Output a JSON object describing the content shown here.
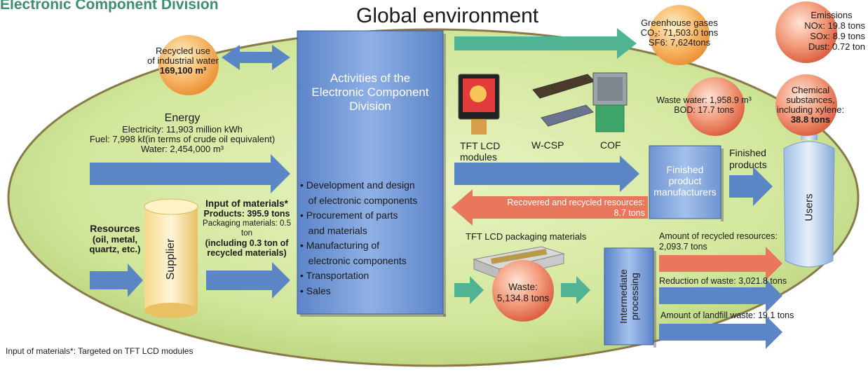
{
  "header": {
    "division_title": "Electronic Component Division",
    "global_title": "Global environment"
  },
  "water_recycle": {
    "line1": "Recycled use",
    "line2": "of industrial water",
    "value": "169,100 m³"
  },
  "energy": {
    "title": "Energy",
    "electricity": "Electricity: 11,903 million kWh",
    "fuel": "Fuel: 7,998 kℓ(in terms of crude oil equivalent)",
    "water": "Water: 2,454,000 m³"
  },
  "activities": {
    "title_line1": "Activities of the",
    "title_line2": "Electronic Component",
    "title_line3": "Division",
    "items": [
      "• Development and design",
      "   of electronic components",
      "• Procurement of parts",
      "   and materials",
      "• Manufacturing of",
      "   electronic components",
      "• Transportation",
      "• Sales"
    ]
  },
  "resources": {
    "title": "Resources",
    "line1": "(oil, metal,",
    "line2": "quartz, etc.)"
  },
  "supplier": {
    "label": "Supplier"
  },
  "input_materials": {
    "title": "Input of materials*",
    "products": "Products: 395.9 tons",
    "packaging": "Packaging materials: 0.5 ton",
    "recycled1": "(including 0.3 ton of",
    "recycled2": "recycled materials)"
  },
  "footnote": "Input of materials*: Targeted on TFT LCD modules",
  "products": {
    "tft_line1": "TFT LCD",
    "tft_line2": "modules",
    "wcsp": "W-CSP",
    "cof": "COF"
  },
  "emissions_left": {
    "title": "Greenhouse gases",
    "co2": "CO₂: 71,503.0 tons",
    "sf6": "SF6: 7,624tons"
  },
  "emissions_right": {
    "title": "Emissions",
    "nox": "NOx: 19.8 tons",
    "sox": "SOx: 8.9 tons",
    "dust": "Dust: 0.72 ton"
  },
  "waste_water": {
    "line1": "Waste water: 1,958.9 m³",
    "line2": "BOD: 17.7 tons"
  },
  "chemical": {
    "line1": "Chemical",
    "line2": "substances,",
    "line3": "including xylene:",
    "line4": "38.8 tons"
  },
  "finished_manufacturers": {
    "line1": "Finished",
    "line2": "product",
    "line3": "manufacturers"
  },
  "finished_products": {
    "line1": "Finished",
    "line2": "products"
  },
  "users": {
    "label": "Users"
  },
  "recovered": {
    "line1": "Recovered and recycled resources:",
    "line2": "8.7 tons"
  },
  "packaging_label": "TFT LCD packaging materials",
  "waste": {
    "line1": "Waste:",
    "line2": "5,134.8 tons"
  },
  "intermediate": {
    "line1": "Intermediate",
    "line2": "processing"
  },
  "recycled_amount": {
    "line1": "Amount of recycled resources:",
    "line2": "2,093.7 tons"
  },
  "reduction": "Reduction of waste: 3,021.8 tons",
  "landfill": "Amount of landfill waste: 19.1 tons",
  "colors": {
    "blue_arrow": "#5b86c6",
    "teal_arrow": "#4fb394",
    "orange_sphere": "#f0a25a",
    "red_sphere": "#e8775c",
    "title_green": "#3c8f6e",
    "activities_box": "#6d93d2"
  }
}
